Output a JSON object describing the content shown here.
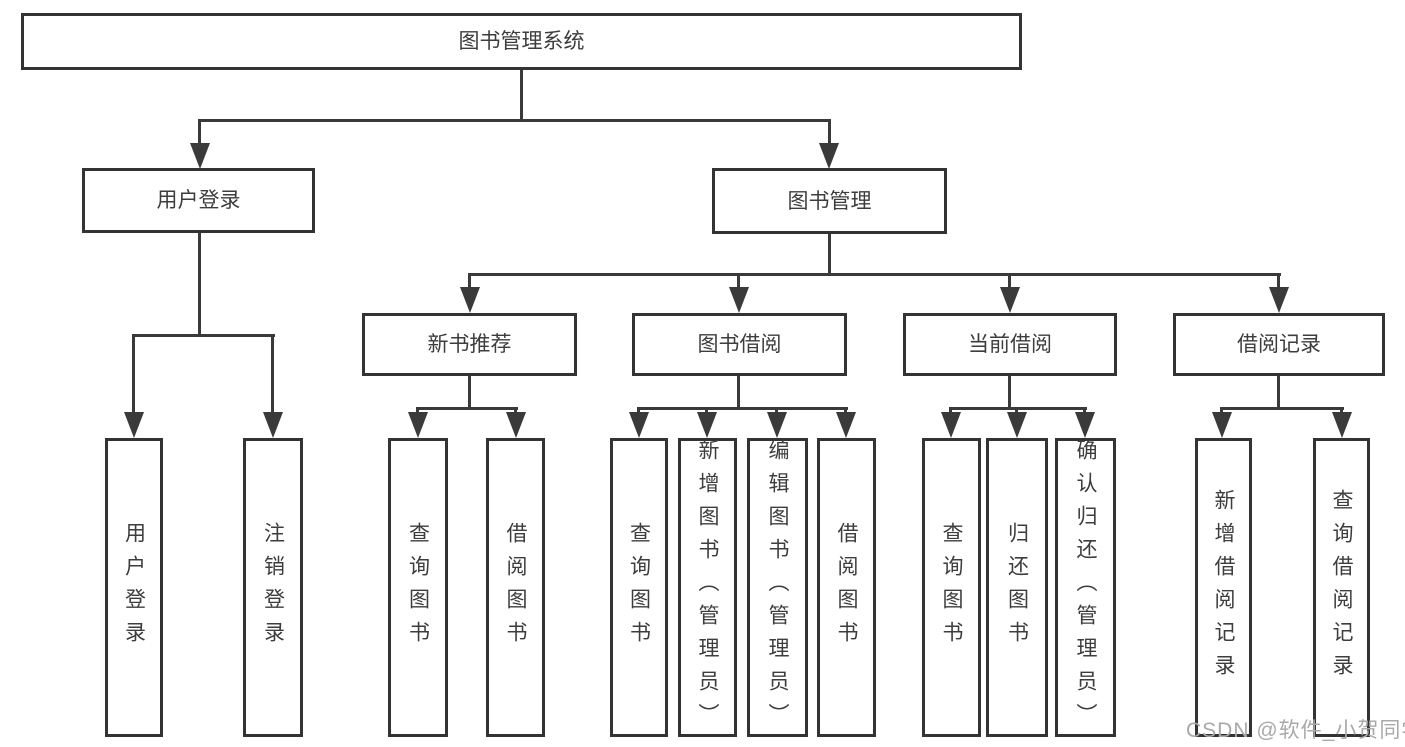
{
  "tree": {
    "root": {
      "label": "图书管理系统"
    },
    "level2": [
      {
        "label": "用户登录",
        "children": [
          {
            "label": "用户登录"
          },
          {
            "label": "注销登录"
          }
        ]
      },
      {
        "label": "图书管理",
        "children": [
          {
            "label": "新书推荐",
            "children": [
              {
                "label": "查询图书"
              },
              {
                "label": "借阅图书"
              }
            ]
          },
          {
            "label": "图书借阅",
            "children": [
              {
                "label": "查询图书"
              },
              {
                "label": "新增图书（管理员）"
              },
              {
                "label": "编辑图书（管理员）"
              },
              {
                "label": "借阅图书"
              }
            ]
          },
          {
            "label": "当前借阅",
            "children": [
              {
                "label": "查询图书"
              },
              {
                "label": "归还图书"
              },
              {
                "label": "确认归还（管理员）"
              }
            ]
          },
          {
            "label": "借阅记录",
            "children": [
              {
                "label": "新增借阅记录"
              },
              {
                "label": "查询借阅记录"
              }
            ]
          }
        ]
      }
    ]
  },
  "watermark": {
    "text": "CSDN @软件_小贺同学"
  },
  "colors": {
    "line": "#3a3a3a",
    "box_border": "#333333",
    "text": "#3d3d3d",
    "watermark": "#a9a9a9",
    "background": "#ffffff"
  }
}
